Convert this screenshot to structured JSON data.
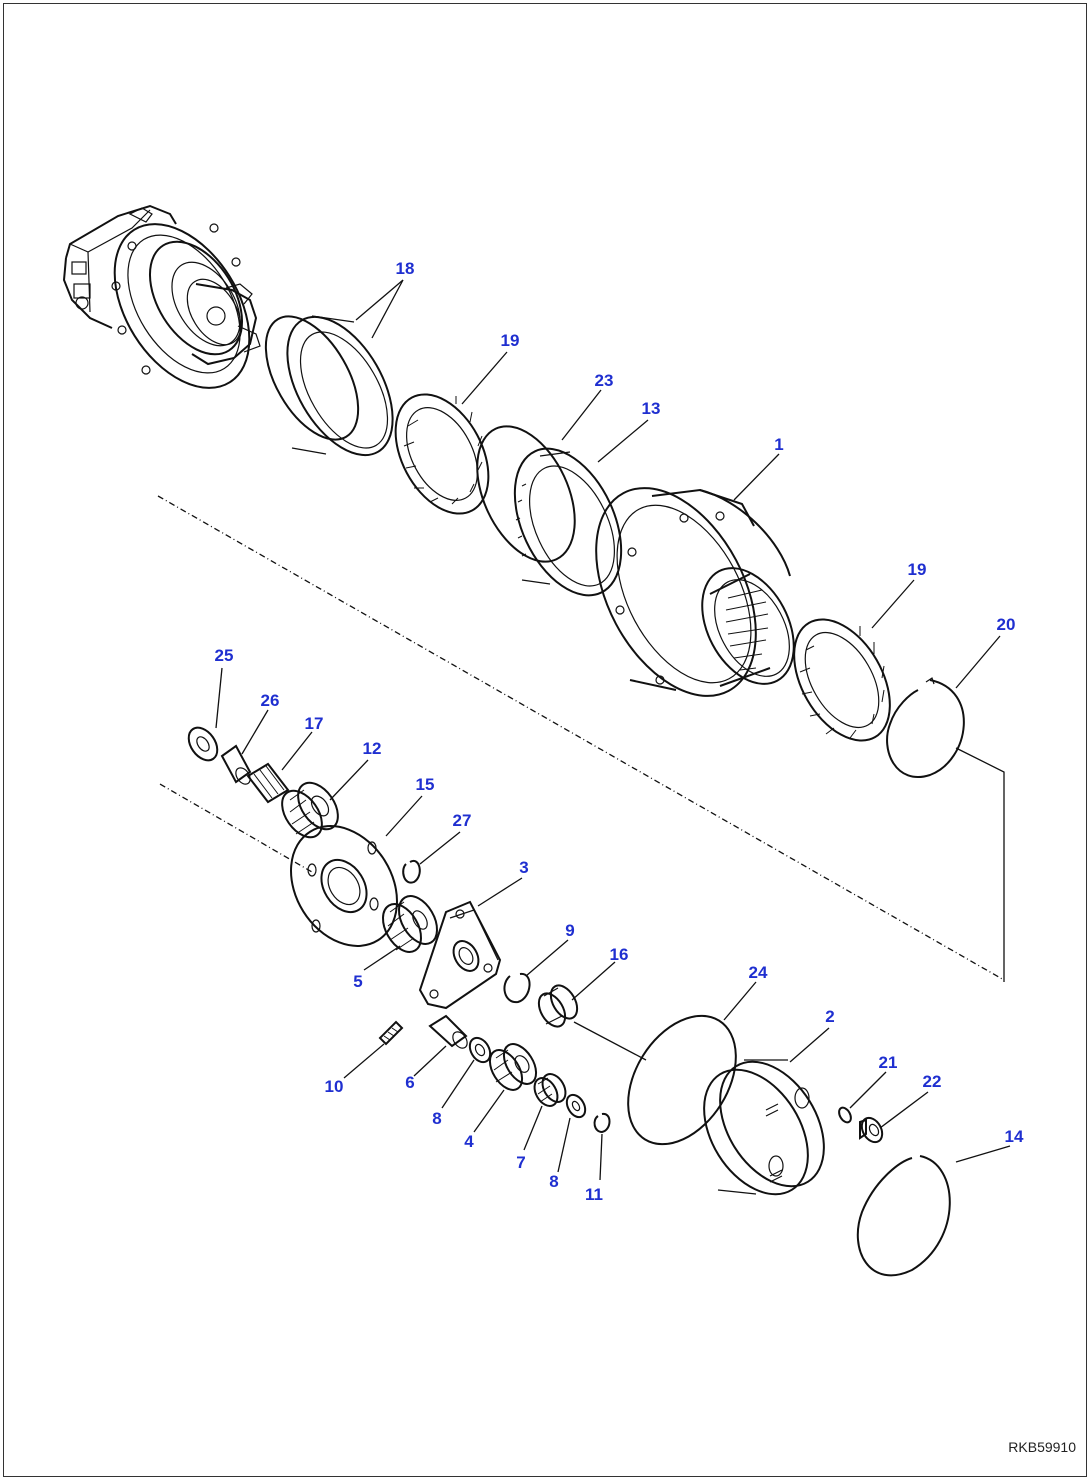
{
  "drawing_code": "RKB59910",
  "callouts": [
    {
      "key": "c1",
      "label": "1"
    },
    {
      "key": "c2",
      "label": "2"
    },
    {
      "key": "c3",
      "label": "3"
    },
    {
      "key": "c4",
      "label": "4"
    },
    {
      "key": "c5",
      "label": "5"
    },
    {
      "key": "c6",
      "label": "6"
    },
    {
      "key": "c7",
      "label": "7"
    },
    {
      "key": "c8a",
      "label": "8"
    },
    {
      "key": "c8b",
      "label": "8"
    },
    {
      "key": "c9",
      "label": "9"
    },
    {
      "key": "c10",
      "label": "10"
    },
    {
      "key": "c11",
      "label": "11"
    },
    {
      "key": "c12",
      "label": "12"
    },
    {
      "key": "c13",
      "label": "13"
    },
    {
      "key": "c14",
      "label": "14"
    },
    {
      "key": "c15",
      "label": "15"
    },
    {
      "key": "c16",
      "label": "16"
    },
    {
      "key": "c17",
      "label": "17"
    },
    {
      "key": "c18",
      "label": "18"
    },
    {
      "key": "c19a",
      "label": "19"
    },
    {
      "key": "c19b",
      "label": "19"
    },
    {
      "key": "c20",
      "label": "20"
    },
    {
      "key": "c21",
      "label": "21"
    },
    {
      "key": "c22",
      "label": "22"
    },
    {
      "key": "c23",
      "label": "23"
    },
    {
      "key": "c24",
      "label": "24"
    },
    {
      "key": "c25",
      "label": "25"
    },
    {
      "key": "c26",
      "label": "26"
    },
    {
      "key": "c27",
      "label": "27"
    }
  ],
  "colors": {
    "callout": "#1f2fd0",
    "line": "#111111",
    "background": "#ffffff"
  }
}
